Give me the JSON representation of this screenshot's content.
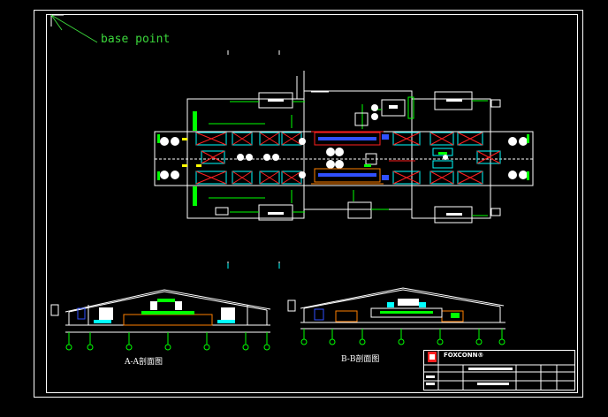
{
  "annotation": {
    "base_point": "base point"
  },
  "sections": {
    "a_a": {
      "title": "A-A剖面图"
    },
    "b_b": {
      "title": "B-B剖面图"
    }
  },
  "title_block": {
    "company": "FOXCONN®"
  },
  "colors": {
    "background": "#000000",
    "frame": "#ffffff",
    "green": "#00ff00",
    "red": "#ff2020",
    "cyan": "#00ffff",
    "blue": "#3050ff",
    "yellow": "#ffff00",
    "orange": "#ff8000"
  }
}
